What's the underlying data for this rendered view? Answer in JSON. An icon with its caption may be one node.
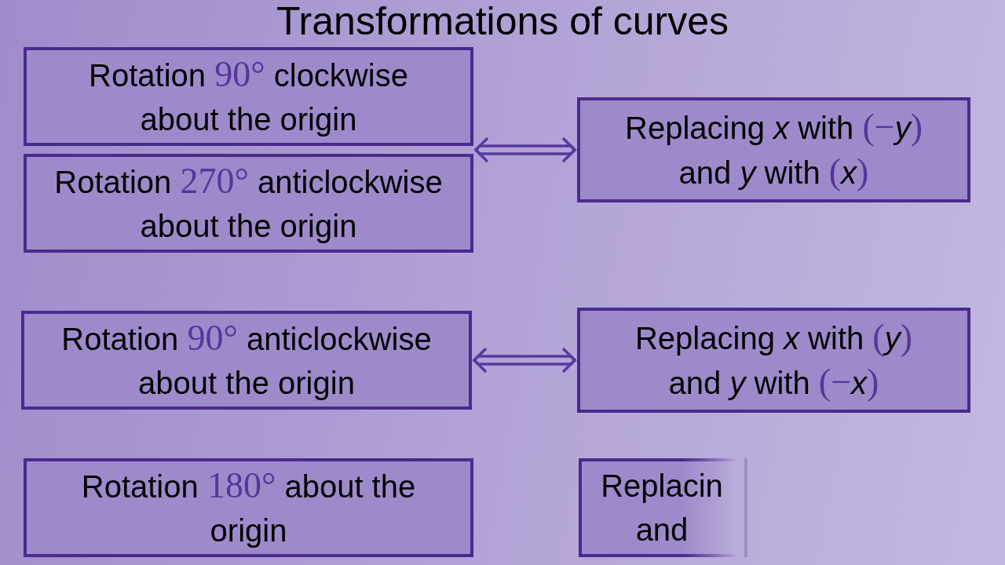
{
  "diagram": {
    "title": "Transformations of curves",
    "nodes": [
      {
        "text": [
          "Rotation 90° clockwise about the origin"
        ]
      },
      {
        "text": [
          "Rotation 270° anticlockwise about the origin"
        ]
      },
      {
        "text": [
          "Replacing *x* with (−*y*) and *y* with (*x*)"
        ]
      },
      {
        "text": [
          "Rotation 90° anticlockwise about the origin"
        ]
      },
      {
        "text": [
          "Replacing *x* with (*y*) and *y* with (−*x*)"
        ]
      },
      {
        "text": [
          "Rotation 180° about the origin"
        ]
      },
      {
        "text": [
          "Replacin and"
        ]
      }
    ],
    "edges": [
      {
        "from": 0,
        "to": 2,
        "arrow": "both"
      },
      {
        "from": 1,
        "to": 2,
        "arrow": "both"
      },
      {
        "from": 3,
        "to": 4,
        "arrow": "both"
      }
    ]
  }
}
